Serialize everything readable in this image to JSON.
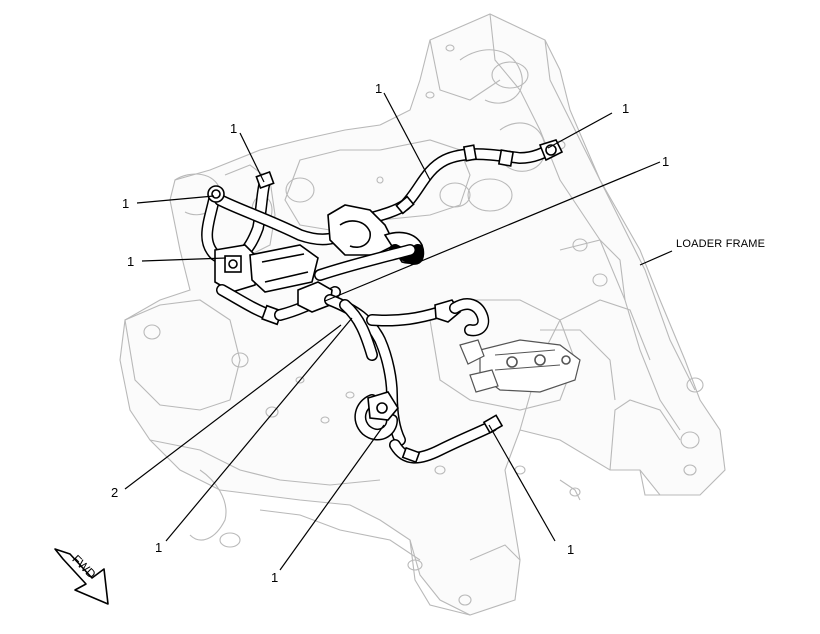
{
  "diagram": {
    "label_loader_frame": "LOADER FRAME",
    "fwd_arrow_text": "FWD",
    "callouts": {
      "c1_top_middle": "1",
      "c1_top_right": "1",
      "c1_right_upper": "1",
      "c1_top_left": "1",
      "c1_left_upper": "1",
      "c1_left_lower": "1",
      "c2_left": "2",
      "c1_bottom_left": "1",
      "c1_bottom_middle": "1",
      "c1_bottom_right": "1"
    }
  }
}
